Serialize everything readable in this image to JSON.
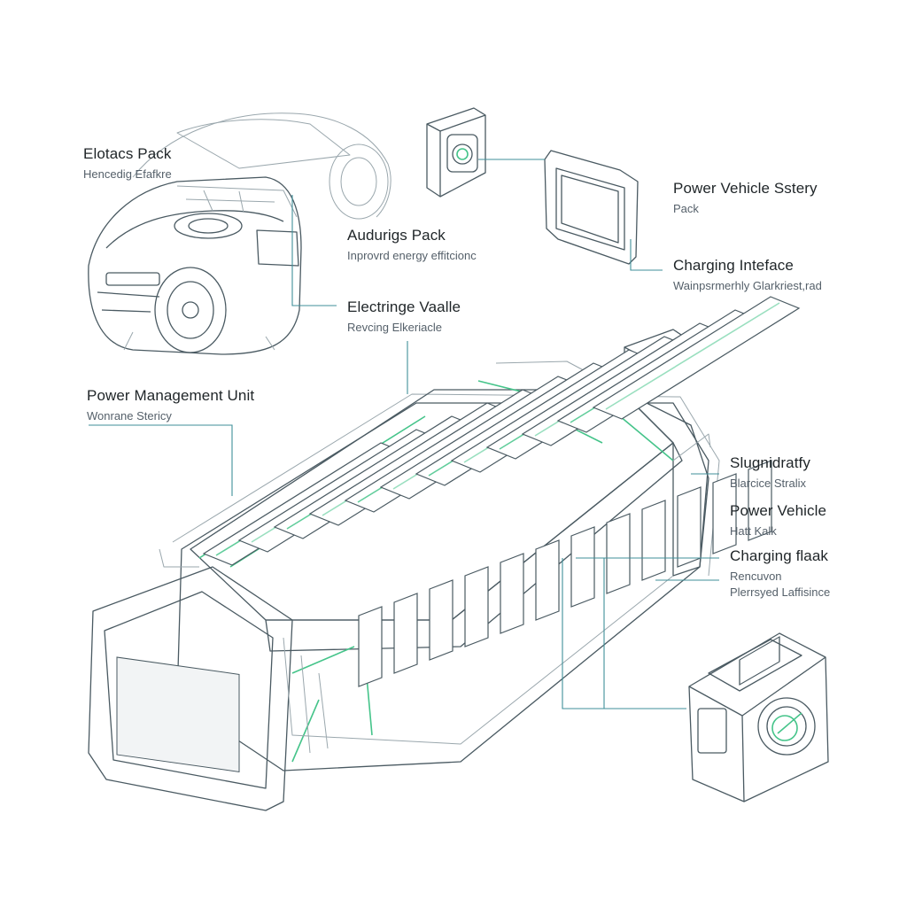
{
  "colors": {
    "background": "#ffffff",
    "line": "#4a5a62",
    "accent_green": "#45c48a",
    "callout": "#3f8f99"
  },
  "labels": {
    "electrics_pack": {
      "title": "Elotacs Pack",
      "subtitle": "Hencedig Efafkre"
    },
    "audurigs_pack": {
      "title": "Audurigs Pack",
      "subtitle": "Inprovrd energy effitcionc"
    },
    "electringe_vaalle": {
      "title": "Electringe Vaalle",
      "subtitle": "Revcing Elkeriacle"
    },
    "power_management_unit": {
      "title": "Power Management Unit",
      "subtitle": "Wonrane Stericy"
    },
    "power_vehicle_sstery": {
      "title": "Power Vehicle Sstery",
      "subtitle": "Pack"
    },
    "charging_inteface": {
      "title": "Charging Inteface",
      "subtitle": "Wainpsrmerhly Glarkriest,rad"
    },
    "slugnidratfy": {
      "title": "Slugnidratfy",
      "subtitle": "Blarcice Stralix"
    },
    "power_vehicle": {
      "title": "Power Vehicle",
      "subtitle": "Hatt Kalk"
    },
    "charging_flaak": {
      "title": "Charging flaak",
      "subtitle": "Rencuvon",
      "subtitle2": "Plerrsyed Laffisince"
    }
  },
  "icons": [
    "car-outline-icon",
    "battery-pack-icon",
    "connector-module-icon",
    "charging-port-icon",
    "inverter-module-icon"
  ]
}
